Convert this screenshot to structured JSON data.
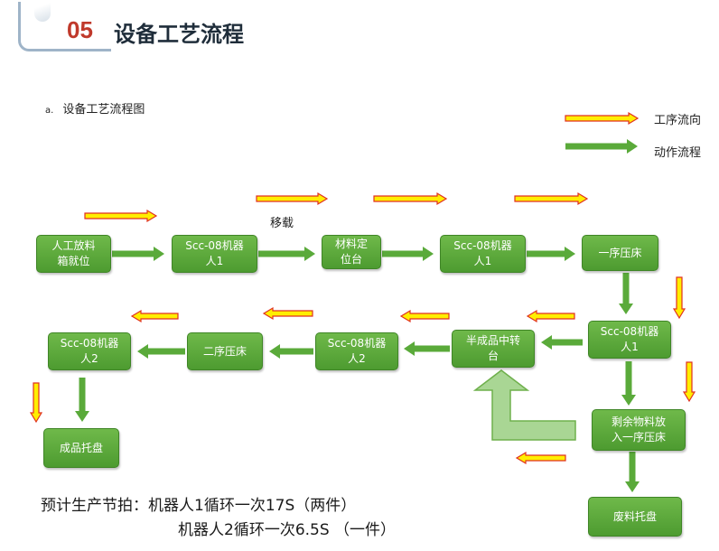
{
  "header": {
    "number": "05",
    "title": "设备工艺流程"
  },
  "subtitle": {
    "bullet": "a.",
    "text": "设备工艺流程图"
  },
  "legend": [
    {
      "label": "工序流向",
      "color": "#ffee00"
    },
    {
      "label": "动作流程",
      "color": "#5aaa3a"
    }
  ],
  "nodes": {
    "manual_load": "人工放料\n箱就位",
    "robot1_a": "Scc-08机器\n人1",
    "material_position": "材料定\n位台",
    "robot1_b": "Scc-08机器\n人1",
    "press_1": "一序压床",
    "robot1_c": "Scc-08机器\n人1",
    "semi_turntable": "半成品中转\n台",
    "robot2_a": "Scc-08机器\n人2",
    "press_2": "二序压床",
    "robot2_b": "Scc-08机器\n人2",
    "finished_tray": "成品托盘",
    "remaining_material": "剩余物料放\n入一序压床",
    "waste_tray": "废料托盘"
  },
  "transfer_label": "移载",
  "footer": {
    "line1": "预计生产节拍：机器人1循环一次17S（两件）",
    "line2": "机器人2循环一次6.5S （一件）"
  },
  "colors": {
    "process_arrow": "#ffee00",
    "process_arrow_border": "#e03020",
    "action_arrow": "#5aaa3a",
    "box_fill": "#5aaa3a",
    "header_number": "#c0392b"
  }
}
